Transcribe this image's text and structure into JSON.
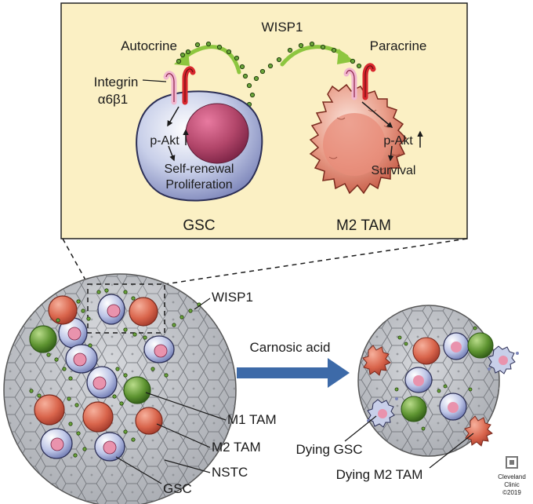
{
  "inset": {
    "wisp1": "WISP1",
    "autocrine": "Autocrine",
    "paracrine": "Paracrine",
    "integrin_line1": "Integrin",
    "integrin_line2": "α6β1",
    "gsc": {
      "pakt": "p-Akt",
      "effect_line1": "Self-renewal",
      "effect_line2": "Proliferation",
      "name": "GSC"
    },
    "tam": {
      "pakt": "p-Akt",
      "effect": "Survival",
      "name": "M2 TAM"
    }
  },
  "tumor": {
    "wisp1": "WISP1",
    "m1_tam": "M1 TAM",
    "m2_tam": "M2 TAM",
    "nstc": "NSTC",
    "gsc": "GSC"
  },
  "treatment": {
    "label": "Carnosic acid"
  },
  "treated": {
    "dying_gsc": "Dying GSC",
    "dying_m2_tam": "Dying M2 TAM"
  },
  "credit": {
    "line1": "Cleveland",
    "line2": "Clinic",
    "line3": "©2019"
  },
  "colors": {
    "inset_bg": "#fbf0c4",
    "gsc_cell": "#c8cfe9",
    "tam_cell": "#e99e8a",
    "m1_cell": "#5e9431",
    "wisp1_dot": "#6aa53a",
    "arrow_green": "#8dc63f",
    "treatment_arrow": "#3d6aa8",
    "nucleus": "#b2466a"
  }
}
